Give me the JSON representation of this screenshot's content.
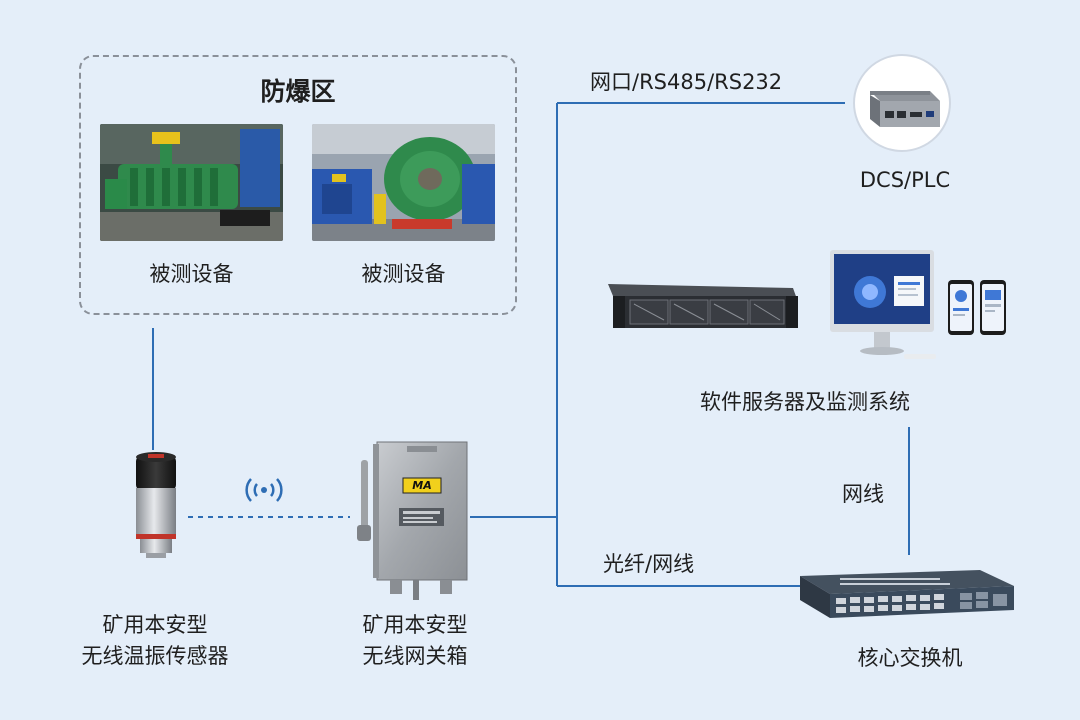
{
  "zone": {
    "title": "防爆区",
    "devices": [
      {
        "label": "被测设备"
      },
      {
        "label": "被测设备"
      }
    ]
  },
  "nodes": {
    "sensor": {
      "line1": "矿用本安型",
      "line2": "无线温振传感器",
      "icon": "cylindrical-sensor-icon"
    },
    "gateway": {
      "line1": "矿用本安型",
      "line2": "无线网关箱",
      "badge": "MA",
      "icon": "gateway-box-icon"
    },
    "dcs": {
      "label": "DCS/PLC",
      "icon": "mini-pc-icon"
    },
    "server": {
      "label": "软件服务器及监测系统",
      "icon": "server-rack-icon"
    },
    "switch": {
      "label": "核心交换机",
      "icon": "network-switch-icon"
    }
  },
  "links": {
    "top": "网口/RS485/RS232",
    "bottom": "光纤/网线",
    "right": "网线"
  },
  "colors": {
    "background": "#e4eef9",
    "line": "#2e6db4",
    "dashed_border": "#8a9099"
  }
}
